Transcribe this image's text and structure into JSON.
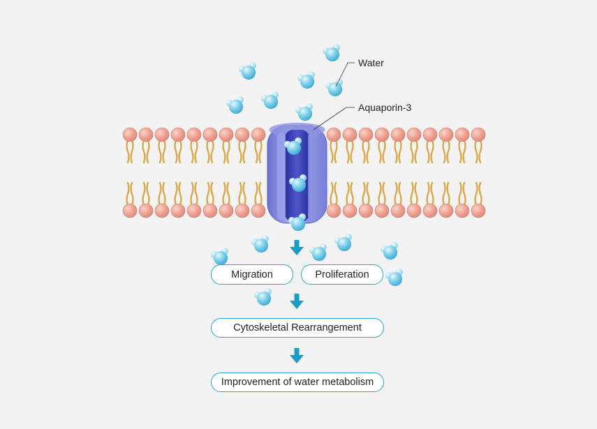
{
  "labels": {
    "water": "Water",
    "aquaporin": "Aquaporin-3"
  },
  "steps": {
    "migration": "Migration",
    "proliferation": "Proliferation",
    "cytoskeletal": "Cytoskeletal Rearrangement",
    "improvement": "Improvement of water metabolism"
  },
  "colors": {
    "background": "#f3f3f4",
    "lipid_head": "#f0a89a",
    "lipid_tail": "#d9a94a",
    "channel": "#7f86d8",
    "channel_dark": "#3b3fb0",
    "water": "#6fc9e6",
    "arrow": "#1a9cc4",
    "box_border": "#2aa7c9"
  },
  "icons": {
    "water_molecule": "water-molecule-icon",
    "flow_arrow": "down-arrow-icon"
  }
}
